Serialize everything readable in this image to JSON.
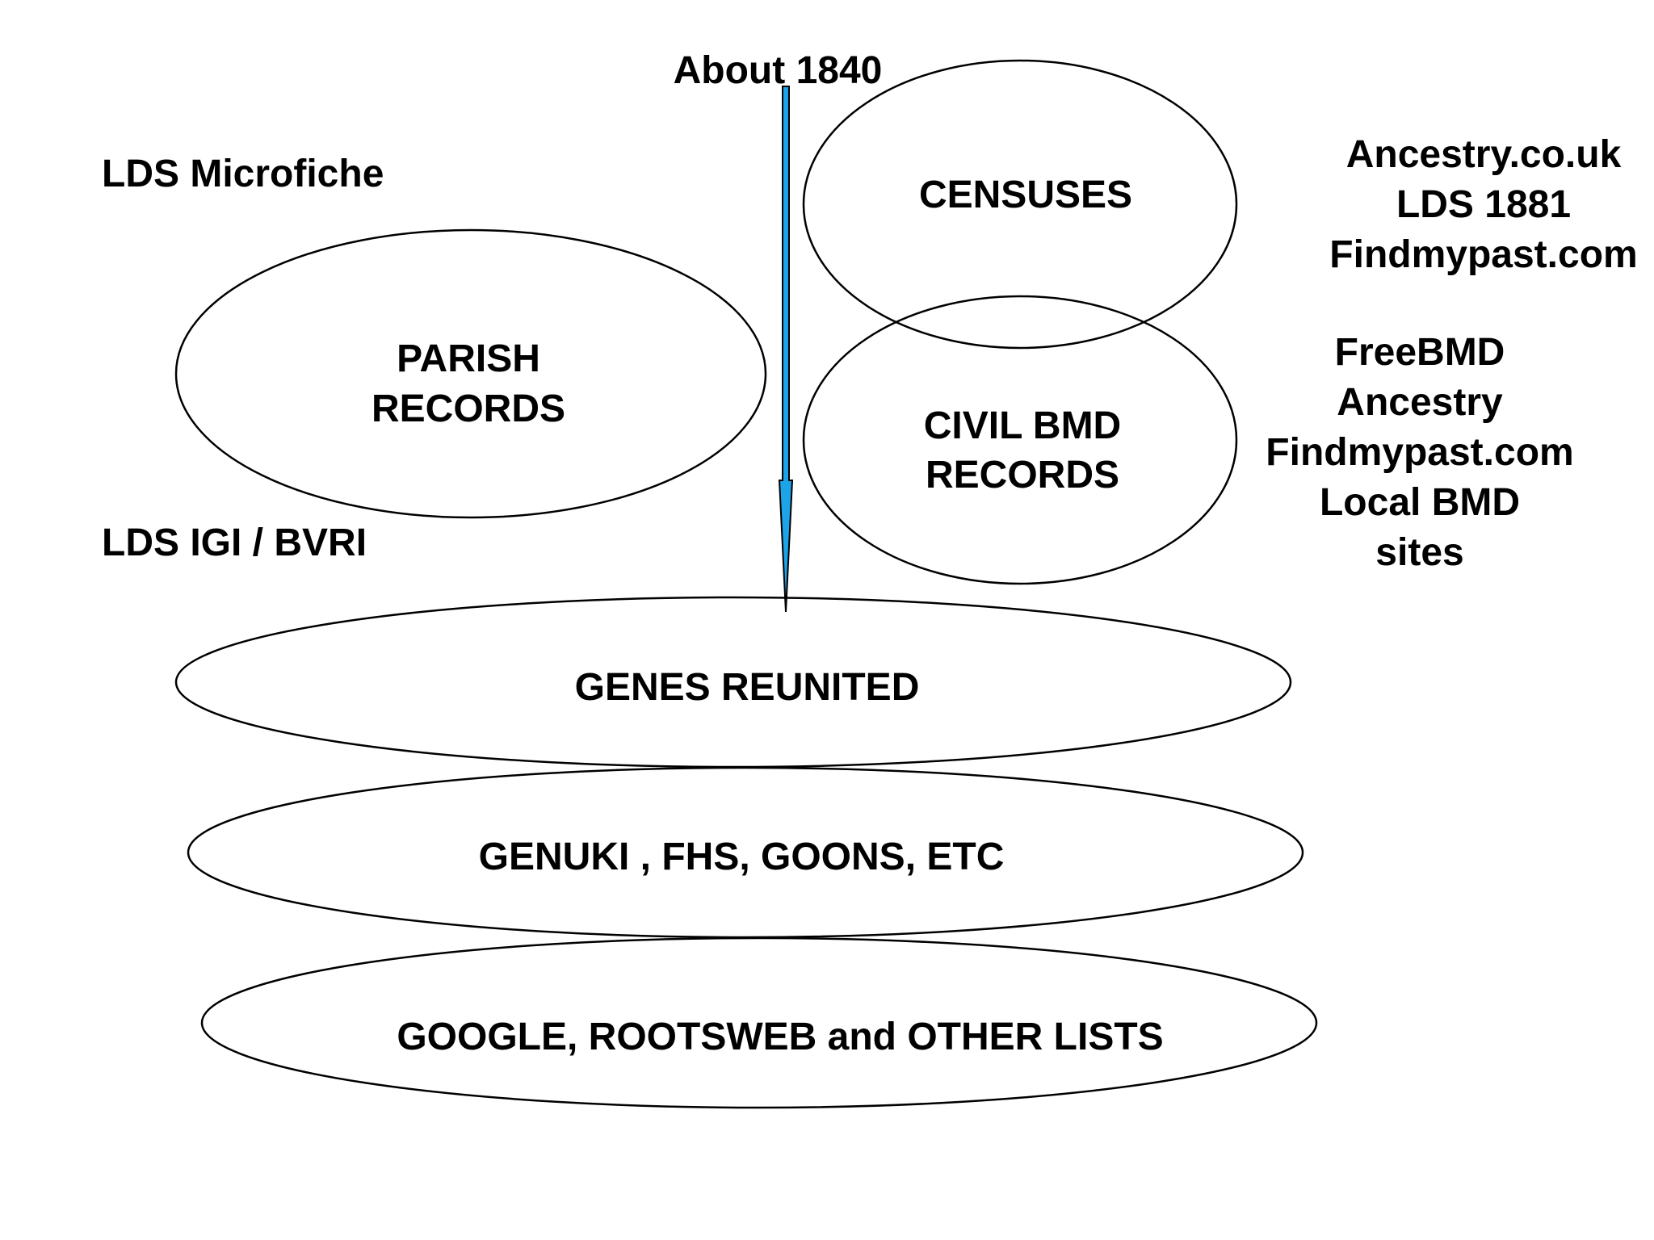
{
  "timeline": {
    "label": "About 1840",
    "arrow_color": "#1ca3e8"
  },
  "left_sources": {
    "top": "LDS Microfiche",
    "bottom": "LDS IGI / BVRI"
  },
  "ellipses": {
    "parish": [
      "PARISH",
      "RECORDS"
    ],
    "censuses": [
      "CENSUSES"
    ],
    "civil": [
      "CIVIL BMD",
      "RECORDS"
    ],
    "genes": [
      "GENES REUNITED"
    ],
    "genuki": [
      "GENUKI , FHS, GOONS, ETC"
    ],
    "google": [
      "GOOGLE, ROOTSWEB and OTHER LISTS"
    ]
  },
  "right_sources": {
    "census_sites": [
      "Ancestry.co.uk",
      "LDS 1881",
      "Findmypast.com"
    ],
    "bmd_sites": [
      "FreeBMD",
      "Ancestry",
      "Findmypast.com",
      "Local BMD",
      "sites"
    ]
  }
}
